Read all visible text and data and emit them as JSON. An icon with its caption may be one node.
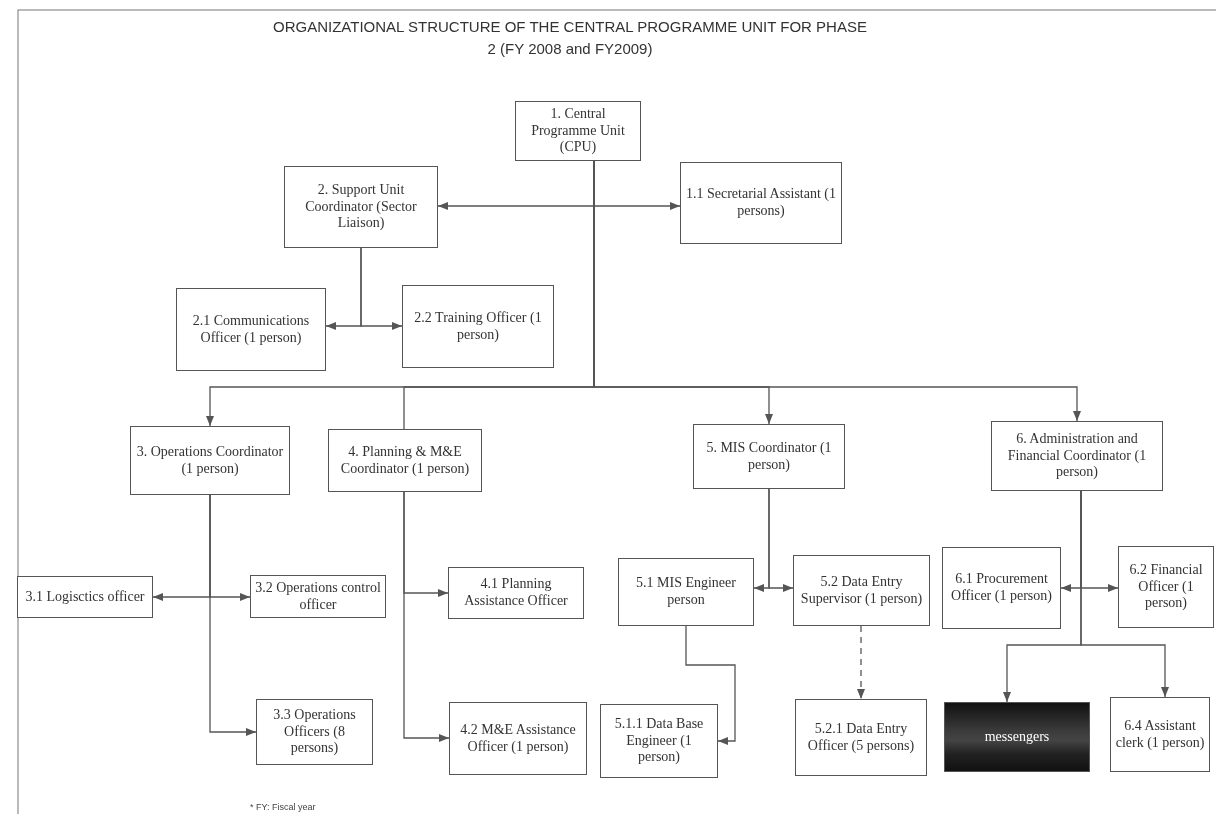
{
  "diagram": {
    "title": "ORGANIZATIONAL STRUCTURE OF THE CENTRAL PROGRAMME UNIT FOR PHASE 2 (FY 2008 and FY2009)",
    "nodes": [
      {
        "text": [
          "1. Central Programme Unit (CPU)"
        ]
      },
      {
        "text": [
          "2. Support Unit Coordinator (Sector Liaison)"
        ]
      },
      {
        "text": [
          "1.1 Secretarial Assistant (1 persons)"
        ]
      },
      {
        "text": [
          "2.1 Communications Officer (1 person)"
        ]
      },
      {
        "text": [
          "2.2 Training Officer (1 person)"
        ]
      },
      {
        "text": [
          "3. Operations Coordinator (1 person)"
        ]
      },
      {
        "text": [
          "4. Planning & M&E Coordinator (1 person)"
        ]
      },
      {
        "text": [
          "5. MIS Coordinator (1 person)"
        ]
      },
      {
        "text": [
          "6. Administration and Financial Coordinator (1 person)"
        ]
      },
      {
        "text": [
          "3.1 Logisctics officer"
        ]
      },
      {
        "text": [
          "3.2 Operations control officer"
        ]
      },
      {
        "text": [
          "4.1 Planning Assistance Officer"
        ]
      },
      {
        "text": [
          "5.1 MIS Engineer person"
        ]
      },
      {
        "text": [
          "5.2 Data Entry Supervisor (1 person)"
        ]
      },
      {
        "text": [
          "6.1 Procurement Officer (1 person)"
        ]
      },
      {
        "text": [
          "6.2 Financial Officer (1 person)"
        ]
      },
      {
        "text": [
          "3.3 Operations Officers (8 persons)"
        ]
      },
      {
        "text": [
          "4.2 M&E Assistance Officer (1 person)"
        ]
      },
      {
        "text": [
          "5.1.1 Data Base Engineer (1 person)"
        ]
      },
      {
        "text": [
          "5.2.1 Data Entry Officer (5 persons)"
        ]
      },
      {
        "text": [
          "messengers"
        ]
      },
      {
        "text": [
          "6.4 Assistant clerk (1 person)"
        ]
      }
    ],
    "edges": [
      {
        "from": 0,
        "to": 1,
        "arrow": "to"
      },
      {
        "from": 0,
        "to": 2,
        "arrow": "to"
      },
      {
        "from": 1,
        "to": 3,
        "arrow": "to"
      },
      {
        "from": 1,
        "to": 4,
        "arrow": "to"
      },
      {
        "from": 0,
        "to": 5,
        "arrow": "to"
      },
      {
        "from": 0,
        "to": 6,
        "arrow": "none"
      },
      {
        "from": 0,
        "to": 7,
        "arrow": "to"
      },
      {
        "from": 0,
        "to": 8,
        "arrow": "to"
      },
      {
        "from": 5,
        "to": 9,
        "arrow": "to"
      },
      {
        "from": 5,
        "to": 10,
        "arrow": "to"
      },
      {
        "from": 5,
        "to": 16,
        "arrow": "to"
      },
      {
        "from": 6,
        "to": 11,
        "arrow": "to"
      },
      {
        "from": 6,
        "to": 17,
        "arrow": "to"
      },
      {
        "from": 7,
        "to": 12,
        "arrow": "to"
      },
      {
        "from": 7,
        "to": 13,
        "arrow": "to"
      },
      {
        "from": 12,
        "to": 18,
        "arrow": "to"
      },
      {
        "from": 13,
        "to": 19,
        "arrow": "to",
        "style": "dashed"
      },
      {
        "from": 8,
        "to": 14,
        "arrow": "to"
      },
      {
        "from": 8,
        "to": 15,
        "arrow": "to"
      },
      {
        "from": 8,
        "to": 20,
        "arrow": "to"
      },
      {
        "from": 8,
        "to": 21,
        "arrow": "to"
      }
    ],
    "labels": [
      "* FY: Fiscal year"
    ]
  }
}
